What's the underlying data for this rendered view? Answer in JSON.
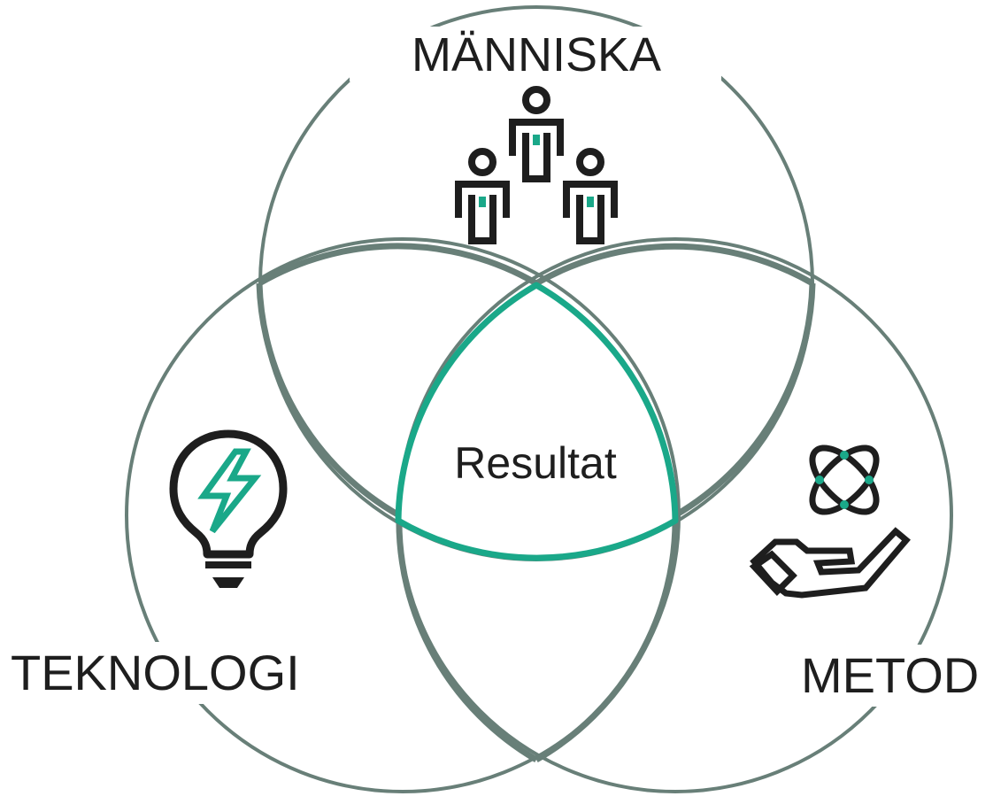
{
  "diagram": {
    "circles": [
      {
        "label": "MÄNNISKA",
        "icon": "people-icon"
      },
      {
        "label": "TEKNOLOGI",
        "icon": "lightbulb-icon"
      },
      {
        "label": "METOD",
        "icon": "hand-atom-icon"
      }
    ],
    "center_label": "Resultat",
    "colors": {
      "circle_stroke": "#687f78",
      "accent": "#1aa889",
      "icon_dark": "#1e1e1e",
      "text": "#1e1e1e"
    }
  }
}
